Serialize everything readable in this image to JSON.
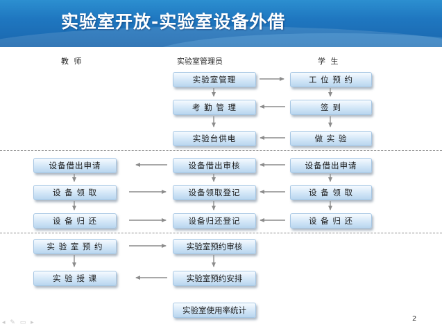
{
  "slide": {
    "title": "实验室开放-实验室设备外借",
    "page_number": "2",
    "nav_glyphs": "◂ ✎ ▭ ▸"
  },
  "columns": {
    "teacher": "教  师",
    "admin": "实验室管理员",
    "student": "学  生"
  },
  "boxes": {
    "admin_lab_mgmt": "实验室管理",
    "admin_attendance": "考 勤 管 理",
    "admin_power": "实验台供电",
    "student_reserve": "工 位 预 约",
    "student_signin": "签  到",
    "student_experiment": "做 实 验",
    "teacher_borrow_apply": "设备借出申请",
    "teacher_receive": "设 备 领 取",
    "teacher_return": "设 备 归 还",
    "admin_borrow_review": "设备借出审核",
    "admin_receive_register": "设备领取登记",
    "admin_return_register": "设备归还登记",
    "student_borrow_apply": "设备借出申请",
    "student_receive": "设 备 领 取",
    "student_return": "设 备 归 还",
    "teacher_lab_reserve": "实 验 室 预 约",
    "teacher_teach": "实 验 授 课",
    "admin_reserve_review": "实验室预约审核",
    "admin_reserve_arrange": "实验室预约安排",
    "admin_usage_stats": "实验室使用率统计"
  },
  "colors": {
    "header_blue": "#1f77c0",
    "box_top": "#f6fbff",
    "box_bottom": "#b9d6ef",
    "arrow_gray": "#8c8c8c"
  }
}
